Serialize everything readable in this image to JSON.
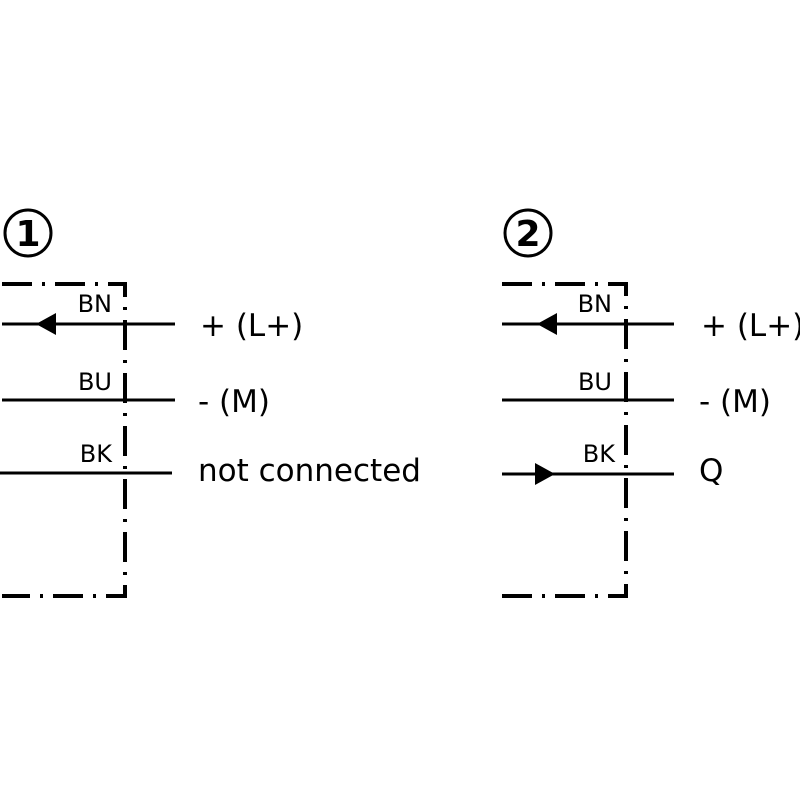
{
  "diagrams": [
    {
      "number": "1",
      "wires": [
        {
          "code": "BN",
          "terminal": "+ (L+)",
          "arrow": "in"
        },
        {
          "code": "BU",
          "terminal": "- (M)",
          "arrow": "none"
        },
        {
          "code": "BK",
          "terminal": "not connected",
          "arrow": "none"
        }
      ]
    },
    {
      "number": "2",
      "wires": [
        {
          "code": "BN",
          "terminal": "+ (L+)",
          "arrow": "in"
        },
        {
          "code": "BU",
          "terminal": "- (M)",
          "arrow": "none"
        },
        {
          "code": "BK",
          "terminal": "Q",
          "arrow": "out"
        }
      ]
    }
  ],
  "colors": {
    "ink": "#000000",
    "background": "#ffffff"
  }
}
